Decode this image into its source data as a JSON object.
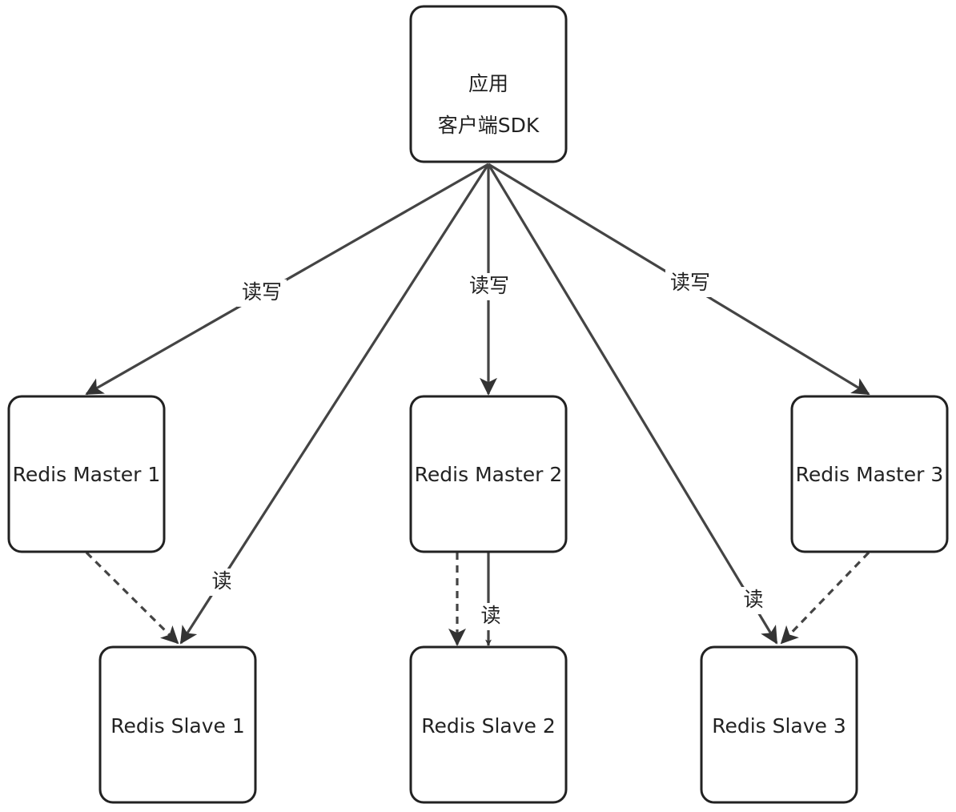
{
  "colors": {
    "box_stroke": "#222222",
    "edge": "#444444",
    "text": "#222222",
    "background": "#ffffff"
  },
  "nodes": {
    "app": {
      "line1": "应用",
      "line2": "客户端SDK"
    },
    "master1": {
      "label": "Redis Master 1"
    },
    "master2": {
      "label": "Redis Master 2"
    },
    "master3": {
      "label": "Redis Master 3"
    },
    "slave1": {
      "label": "Redis Slave 1"
    },
    "slave2": {
      "label": "Redis Slave 2"
    },
    "slave3": {
      "label": "Redis Slave 3"
    }
  },
  "edges": {
    "app_to_master1": {
      "label": "读写",
      "style": "solid"
    },
    "app_to_master2": {
      "label": "读写",
      "style": "solid"
    },
    "app_to_master3": {
      "label": "读写",
      "style": "solid"
    },
    "app_to_slave1": {
      "label": "读",
      "style": "solid"
    },
    "app_to_slave2": {
      "label": "读",
      "style": "solid"
    },
    "app_to_slave3": {
      "label": "读",
      "style": "solid"
    },
    "master1_to_slave1": {
      "style": "dashed"
    },
    "master2_to_slave2": {
      "style": "dashed"
    },
    "master3_to_slave3": {
      "style": "dashed"
    }
  }
}
